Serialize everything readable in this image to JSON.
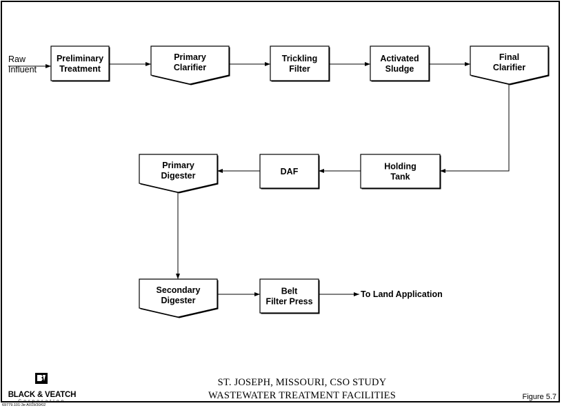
{
  "diagram": {
    "input_label": [
      "Raw",
      "Influent"
    ],
    "nodes": [
      {
        "id": "preliminary",
        "lines": [
          "Preliminary",
          "Treatment"
        ],
        "shape": "rect"
      },
      {
        "id": "primary-clarifier",
        "lines": [
          "Primary",
          "Clarifier"
        ],
        "shape": "tank"
      },
      {
        "id": "trickling",
        "lines": [
          "Trickling",
          "Filter"
        ],
        "shape": "rect"
      },
      {
        "id": "activated",
        "lines": [
          "Activated",
          "Sludge"
        ],
        "shape": "rect"
      },
      {
        "id": "final-clarifier",
        "lines": [
          "Final",
          "Clarifier"
        ],
        "shape": "tank"
      },
      {
        "id": "holding",
        "lines": [
          "Holding",
          "Tank"
        ],
        "shape": "rect"
      },
      {
        "id": "daf",
        "lines": [
          "DAF"
        ],
        "shape": "rect"
      },
      {
        "id": "primary-digester",
        "lines": [
          "Primary",
          "Digester"
        ],
        "shape": "tank"
      },
      {
        "id": "secondary-digester",
        "lines": [
          "Secondary",
          "Digester"
        ],
        "shape": "tank"
      },
      {
        "id": "belt",
        "lines": [
          "Belt",
          "Filter Press"
        ],
        "shape": "rect"
      }
    ],
    "edges": [
      [
        "raw-influent",
        "preliminary"
      ],
      [
        "preliminary",
        "primary-clarifier"
      ],
      [
        "primary-clarifier",
        "trickling"
      ],
      [
        "trickling",
        "activated"
      ],
      [
        "activated",
        "final-clarifier"
      ],
      [
        "final-clarifier",
        "holding"
      ],
      [
        "holding",
        "daf"
      ],
      [
        "daf",
        "primary-digester"
      ],
      [
        "primary-digester",
        "secondary-digester"
      ],
      [
        "secondary-digester",
        "belt"
      ],
      [
        "belt",
        "to-land"
      ]
    ],
    "output_label": "To Land Application"
  },
  "title": {
    "line1": "ST. JOSEPH, MISSOURI, CSO STUDY",
    "line2": "WASTEWATER TREATMENT FACILITIES"
  },
  "figure_label": "Figure 5.7",
  "logo": {
    "name": "BLACK & VEATCH",
    "sub": "Corporation"
  },
  "doc_code": "69779.101-3e A019/30/02"
}
